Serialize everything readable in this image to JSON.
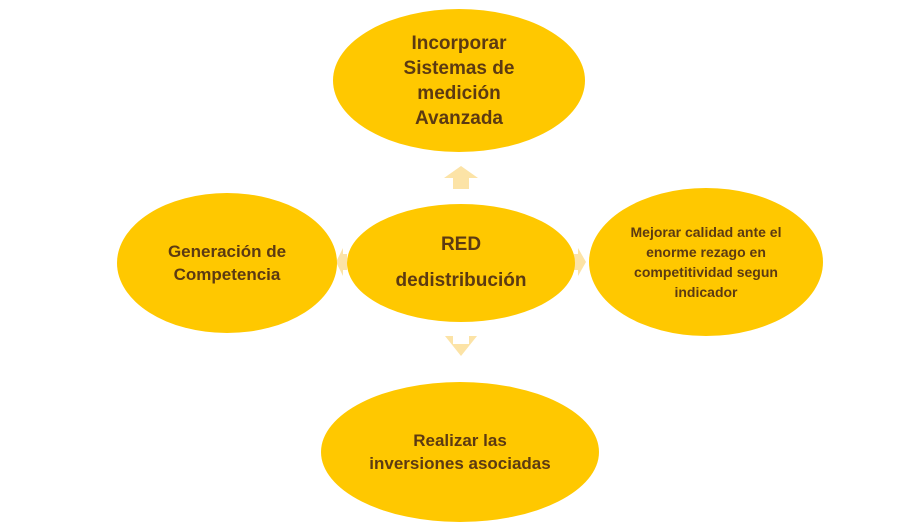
{
  "colors": {
    "node_fill": "#FFC800",
    "text": "#5c3a12",
    "arrow": "#FCE3A6"
  },
  "diagram": {
    "center": {
      "lines": [
        "RED",
        "dedistribución"
      ]
    },
    "top": {
      "lines": [
        "Incorporar",
        "Sistemas de",
        "medición",
        "Avanzada"
      ]
    },
    "right": {
      "lines": [
        "Mejorar calidad ante el",
        "enorme rezago en",
        "competitividad segun",
        "indicador"
      ]
    },
    "bottom": {
      "lines": [
        "Realizar las",
        "inversiones asociadas"
      ]
    },
    "left": {
      "lines": [
        "Generación de",
        "Competencia"
      ]
    }
  },
  "arrows": [
    {
      "name": "arrow-up-icon",
      "direction": "up"
    },
    {
      "name": "arrow-right-icon",
      "direction": "right"
    },
    {
      "name": "arrow-down-icon",
      "direction": "down"
    },
    {
      "name": "arrow-left-icon",
      "direction": "left"
    }
  ]
}
